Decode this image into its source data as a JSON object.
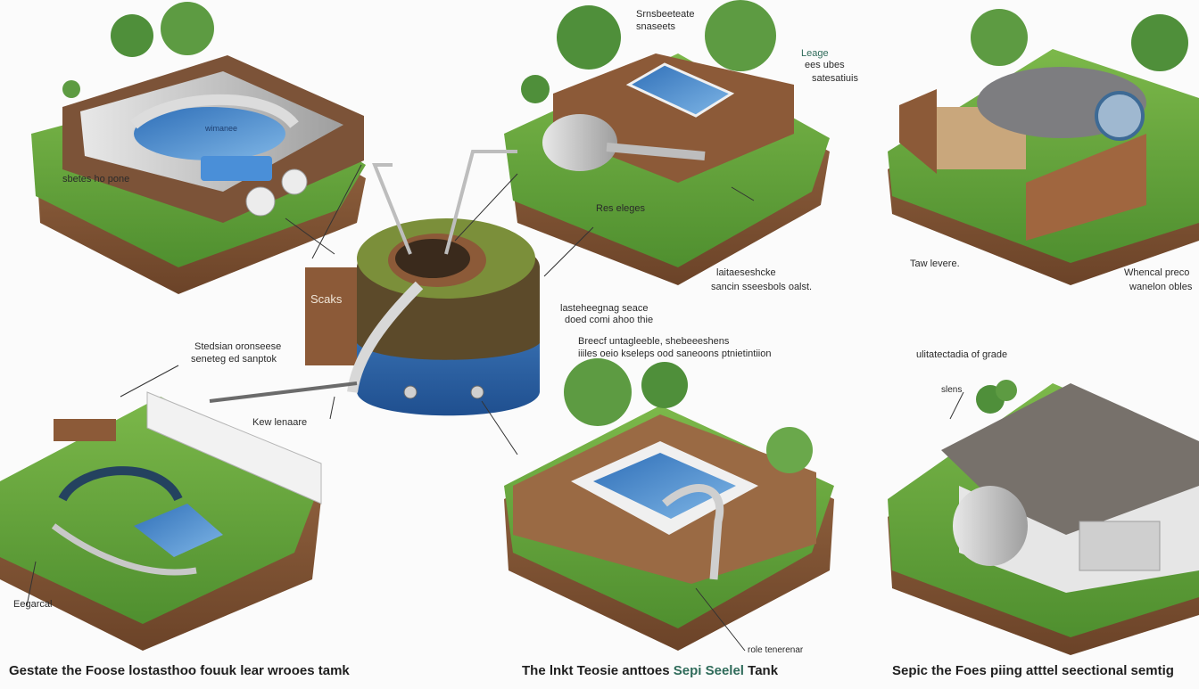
{
  "labels": {
    "p1_water": "wimanee",
    "p1_side": "sbetes ho pone",
    "p2_top1": "Srnsbeeteate",
    "p2_top2": "snaseets",
    "p2_right1": "Leage",
    "p2_right2": "ees ubes",
    "p2_right3": "satesatiuis",
    "p2_mid": "Res eleges",
    "p2_bottom1": "laitaeseshcke",
    "p2_bottom2": "sancin sseesbols oalst.",
    "p3_left": "Taw levere.",
    "p3_right1": "Whencal preco",
    "p3_right2": "wanelon obles",
    "center_tank": "Scaks",
    "center_right1": "lasteheegnag seace",
    "center_right2": "doed comi ahoo thie",
    "center_mid1": "Breecf untagleeble, shebeeeshens",
    "center_mid2": "iiiles oeio kseleps ood saneoons ptnietintiion",
    "left_mid1": "Stedsian oronseese",
    "left_mid2": "seneteg ed sanptok",
    "left_lower": "Kew lenaare",
    "right_mid": "ulitatectadia of grade",
    "p6_side": "slens",
    "p4_side": "Eegarcal",
    "p5_bottom": "role tenerenar"
  },
  "captions": {
    "left": "Gestate the Foose lostasthoo fouuk lear wrooes tamk",
    "middle_a": "The lnkt Teosie anttoes",
    "middle_b": "Sepi Seelel",
    "middle_c": "Tank",
    "right": "Sepic the Foes piing atttel seectional semtig"
  },
  "colors": {
    "grass": "#6da63f",
    "soil": "#8b5a3a",
    "water": "#3d7fc4",
    "concrete": "#c9c9c9",
    "tree": "#4f8f3a"
  }
}
